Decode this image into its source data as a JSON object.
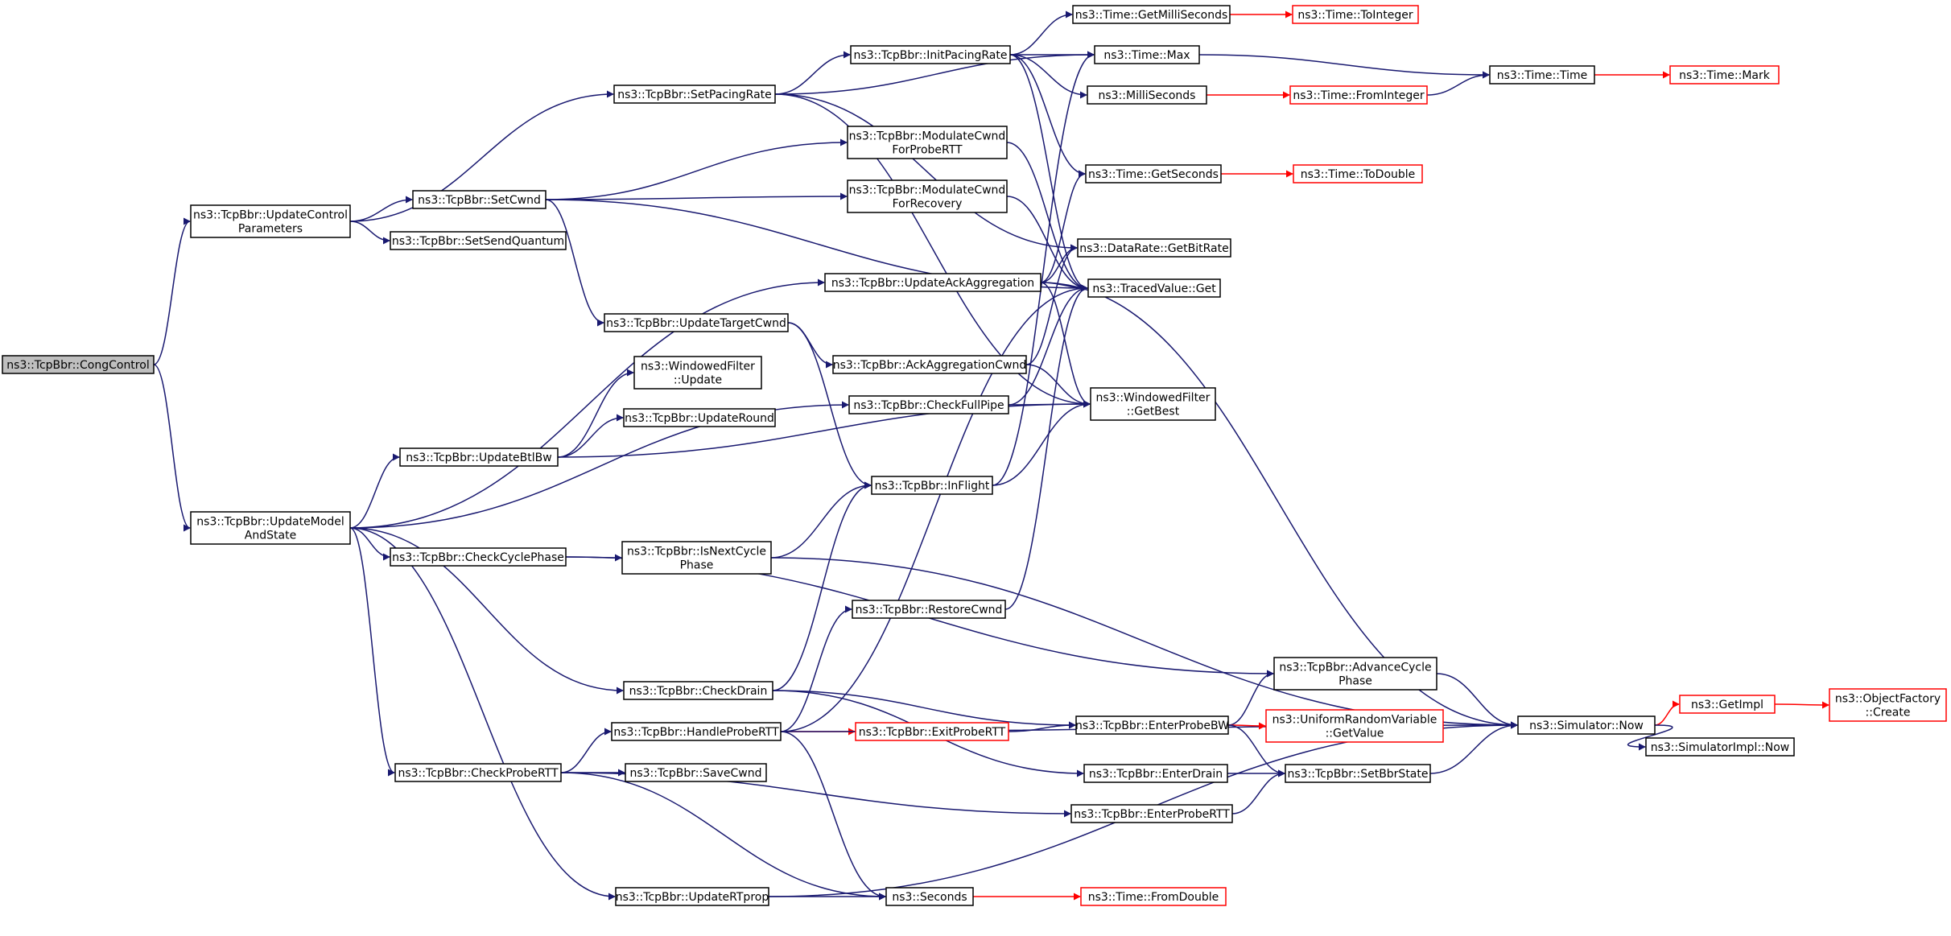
{
  "graph": {
    "edge_color": "#191970",
    "truncated_color": "#ff0000",
    "root_fill": "#bfbfbf",
    "nodes": [
      {
        "id": "cong",
        "lines": [
          "ns3::TcpBbr::CongControl"
        ]
      },
      {
        "id": "ucp",
        "lines": [
          "ns3::TcpBbr::UpdateControl",
          "Parameters"
        ]
      },
      {
        "id": "ums",
        "lines": [
          "ns3::TcpBbr::UpdateModel",
          "AndState"
        ]
      },
      {
        "id": "spr",
        "lines": [
          "ns3::TcpBbr::SetPacingRate"
        ]
      },
      {
        "id": "scw",
        "lines": [
          "ns3::TcpBbr::SetCwnd"
        ]
      },
      {
        "id": "ssq",
        "lines": [
          "ns3::TcpBbr::SetSendQuantum"
        ]
      },
      {
        "id": "ipr",
        "lines": [
          "ns3::TcpBbr::InitPacingRate"
        ]
      },
      {
        "id": "mcp",
        "lines": [
          "ns3::TcpBbr::ModulateCwnd",
          "ForProbeRTT"
        ]
      },
      {
        "id": "mcr",
        "lines": [
          "ns3::TcpBbr::ModulateCwnd",
          "ForRecovery"
        ]
      },
      {
        "id": "uaa",
        "lines": [
          "ns3::TcpBbr::UpdateAckAggregation"
        ]
      },
      {
        "id": "utc",
        "lines": [
          "ns3::TcpBbr::UpdateTargetCwnd"
        ]
      },
      {
        "id": "wfu",
        "lines": [
          "ns3::WindowedFilter",
          "::Update"
        ]
      },
      {
        "id": "aac",
        "lines": [
          "ns3::TcpBbr::AckAggregationCwnd"
        ]
      },
      {
        "id": "cfp",
        "lines": [
          "ns3::TcpBbr::CheckFullPipe"
        ]
      },
      {
        "id": "urd",
        "lines": [
          "ns3::TcpBbr::UpdateRound"
        ]
      },
      {
        "id": "ubw",
        "lines": [
          "ns3::TcpBbr::UpdateBtlBw"
        ]
      },
      {
        "id": "inf",
        "lines": [
          "ns3::TcpBbr::InFlight"
        ]
      },
      {
        "id": "ccp",
        "lines": [
          "ns3::TcpBbr::CheckCyclePhase"
        ]
      },
      {
        "id": "inc",
        "lines": [
          "ns3::TcpBbr::IsNextCycle",
          "Phase"
        ]
      },
      {
        "id": "rcw",
        "lines": [
          "ns3::TcpBbr::RestoreCwnd"
        ]
      },
      {
        "id": "cdr",
        "lines": [
          "ns3::TcpBbr::CheckDrain"
        ]
      },
      {
        "id": "hpr",
        "lines": [
          "ns3::TcpBbr::HandleProbeRTT"
        ]
      },
      {
        "id": "epr",
        "lines": [
          "ns3::TcpBbr::ExitProbeRTT"
        ],
        "trunc": true
      },
      {
        "id": "cpr",
        "lines": [
          "ns3::TcpBbr::CheckProbeRTT"
        ]
      },
      {
        "id": "svc",
        "lines": [
          "ns3::TcpBbr::SaveCwnd"
        ]
      },
      {
        "id": "urt",
        "lines": [
          "ns3::TcpBbr::UpdateRTprop"
        ]
      },
      {
        "id": "sec",
        "lines": [
          "ns3::Seconds"
        ]
      },
      {
        "id": "tfd",
        "lines": [
          "ns3::Time::FromDouble"
        ],
        "trunc": true
      },
      {
        "id": "tgm",
        "lines": [
          "ns3::Time::GetMilliSeconds"
        ]
      },
      {
        "id": "tti",
        "lines": [
          "ns3::Time::ToInteger"
        ],
        "trunc": true
      },
      {
        "id": "tmx",
        "lines": [
          "ns3::Time::Max"
        ]
      },
      {
        "id": "tti2",
        "lines": [
          "ns3::Time::Time"
        ]
      },
      {
        "id": "tmk",
        "lines": [
          "ns3::Time::Mark"
        ],
        "trunc": true
      },
      {
        "id": "msc",
        "lines": [
          "ns3::MilliSeconds"
        ]
      },
      {
        "id": "tfi",
        "lines": [
          "ns3::Time::FromInteger"
        ],
        "trunc": true
      },
      {
        "id": "tgs",
        "lines": [
          "ns3::Time::GetSeconds"
        ]
      },
      {
        "id": "ttd",
        "lines": [
          "ns3::Time::ToDouble"
        ],
        "trunc": true
      },
      {
        "id": "dgb",
        "lines": [
          "ns3::DataRate::GetBitRate"
        ]
      },
      {
        "id": "tvg",
        "lines": [
          "ns3::TracedValue::Get"
        ]
      },
      {
        "id": "wfg",
        "lines": [
          "ns3::WindowedFilter",
          "::GetBest"
        ]
      },
      {
        "id": "aph",
        "lines": [
          "ns3::TcpBbr::AdvanceCycle",
          "Phase"
        ]
      },
      {
        "id": "epb",
        "lines": [
          "ns3::TcpBbr::EnterProbeBW"
        ]
      },
      {
        "id": "urv",
        "lines": [
          "ns3::UniformRandomVariable",
          "::GetValue"
        ],
        "trunc": true
      },
      {
        "id": "edr",
        "lines": [
          "ns3::TcpBbr::EnterDrain"
        ]
      },
      {
        "id": "ssb",
        "lines": [
          "ns3::TcpBbr::SetBbrState"
        ]
      },
      {
        "id": "ept",
        "lines": [
          "ns3::TcpBbr::EnterProbeRTT"
        ]
      },
      {
        "id": "snw",
        "lines": [
          "ns3::Simulator::Now"
        ]
      },
      {
        "id": "gim",
        "lines": [
          "ns3::GetImpl"
        ],
        "trunc": true
      },
      {
        "id": "ofc",
        "lines": [
          "ns3::ObjectFactory",
          "::Create"
        ],
        "trunc": true
      },
      {
        "id": "sin",
        "lines": [
          "ns3::SimulatorImpl::Now"
        ]
      }
    ],
    "edges": [
      [
        "cong",
        "ucp"
      ],
      [
        "cong",
        "ums"
      ],
      [
        "ucp",
        "spr"
      ],
      [
        "ucp",
        "scw"
      ],
      [
        "ucp",
        "ssq"
      ],
      [
        "spr",
        "ipr"
      ],
      [
        "spr",
        "tmx"
      ],
      [
        "spr",
        "dgb"
      ],
      [
        "spr",
        "wfg"
      ],
      [
        "ipr",
        "tgm"
      ],
      [
        "ipr",
        "tmx"
      ],
      [
        "ipr",
        "msc"
      ],
      [
        "ipr",
        "tgs"
      ],
      [
        "ipr",
        "tvg"
      ],
      [
        "scw",
        "mcp"
      ],
      [
        "scw",
        "mcr"
      ],
      [
        "scw",
        "tvg"
      ],
      [
        "scw",
        "utc"
      ],
      [
        "mcp",
        "tvg"
      ],
      [
        "mcr",
        "tvg"
      ],
      [
        "utc",
        "aac"
      ],
      [
        "utc",
        "inf"
      ],
      [
        "uaa",
        "tgs"
      ],
      [
        "uaa",
        "dgb"
      ],
      [
        "uaa",
        "tvg"
      ],
      [
        "uaa",
        "wfg"
      ],
      [
        "uaa",
        "snw"
      ],
      [
        "aac",
        "dgb"
      ],
      [
        "aac",
        "wfg"
      ],
      [
        "cfp",
        "tvg"
      ],
      [
        "cfp",
        "wfg"
      ],
      [
        "inf",
        "wfg"
      ],
      [
        "inf",
        "tmx"
      ],
      [
        "ubw",
        "wfu"
      ],
      [
        "ubw",
        "urd"
      ],
      [
        "ubw",
        "wfg"
      ],
      [
        "ums",
        "uaa"
      ],
      [
        "ums",
        "ubw"
      ],
      [
        "ums",
        "cfp"
      ],
      [
        "ums",
        "ccp"
      ],
      [
        "ums",
        "cdr"
      ],
      [
        "ums",
        "cpr"
      ],
      [
        "ums",
        "urt"
      ],
      [
        "ccp",
        "inc"
      ],
      [
        "ccp",
        "aph"
      ],
      [
        "inc",
        "inf"
      ],
      [
        "inc",
        "snw"
      ],
      [
        "rcw",
        "tvg"
      ],
      [
        "cdr",
        "inf"
      ],
      [
        "cdr",
        "epb"
      ],
      [
        "cdr",
        "edr"
      ],
      [
        "cpr",
        "hpr"
      ],
      [
        "cpr",
        "svc"
      ],
      [
        "cpr",
        "ept"
      ],
      [
        "cpr",
        "sec"
      ],
      [
        "hpr",
        "rcw"
      ],
      [
        "hpr",
        "epr"
      ],
      [
        "hpr",
        "tvg"
      ],
      [
        "hpr",
        "sec"
      ],
      [
        "hpr",
        "snw"
      ],
      [
        "epr",
        "epb"
      ],
      [
        "urt",
        "sec"
      ],
      [
        "urt",
        "snw"
      ],
      [
        "sec",
        "tfd"
      ],
      [
        "tgm",
        "tti"
      ],
      [
        "tmx",
        "tti2"
      ],
      [
        "msc",
        "tfi"
      ],
      [
        "tfi",
        "tti2"
      ],
      [
        "tti2",
        "tmk"
      ],
      [
        "tgs",
        "ttd"
      ],
      [
        "epb",
        "aph"
      ],
      [
        "epb",
        "urv"
      ],
      [
        "epb",
        "ssb"
      ],
      [
        "edr",
        "ssb"
      ],
      [
        "ept",
        "ssb"
      ],
      [
        "aph",
        "snw"
      ],
      [
        "ssb",
        "snw"
      ],
      [
        "snw",
        "gim"
      ],
      [
        "snw",
        "sin"
      ],
      [
        "gim",
        "ofc"
      ]
    ]
  }
}
